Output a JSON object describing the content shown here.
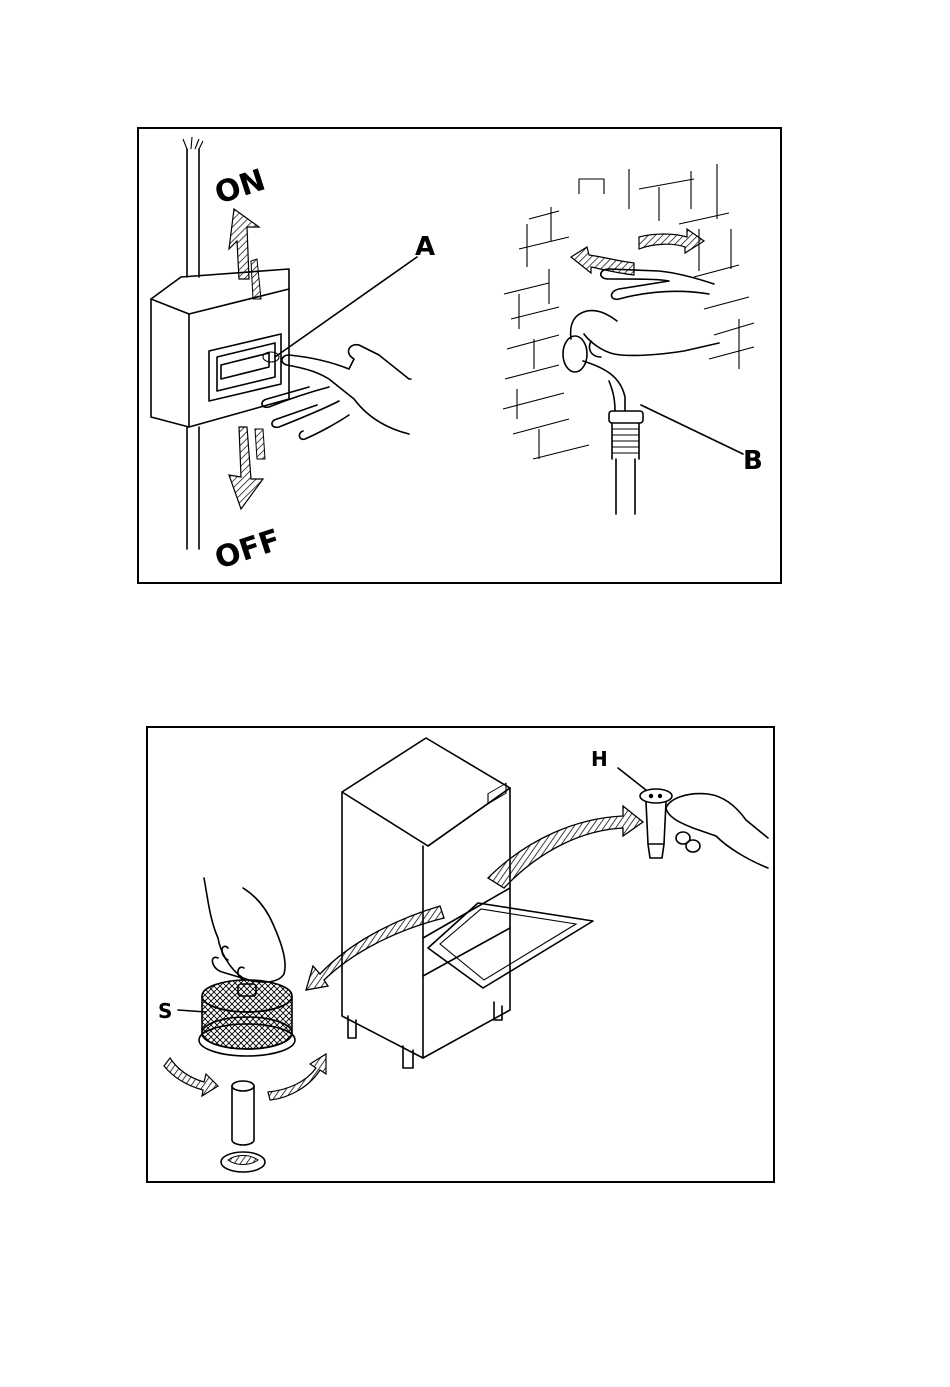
{
  "figure1": {
    "labels": {
      "on": "ON",
      "off": "OFF",
      "a": "A",
      "b": "B"
    },
    "icons": [
      "cable-icon",
      "switch-box-icon",
      "hand-icon",
      "valve-tap-icon",
      "rotate-arrow-icon"
    ]
  },
  "figure2": {
    "labels": {
      "h": "H",
      "s": "S"
    },
    "icons": [
      "dishwasher-icon",
      "filter-icon",
      "overflow-pipe-icon",
      "hand-icon",
      "curved-arrow-icon"
    ]
  }
}
